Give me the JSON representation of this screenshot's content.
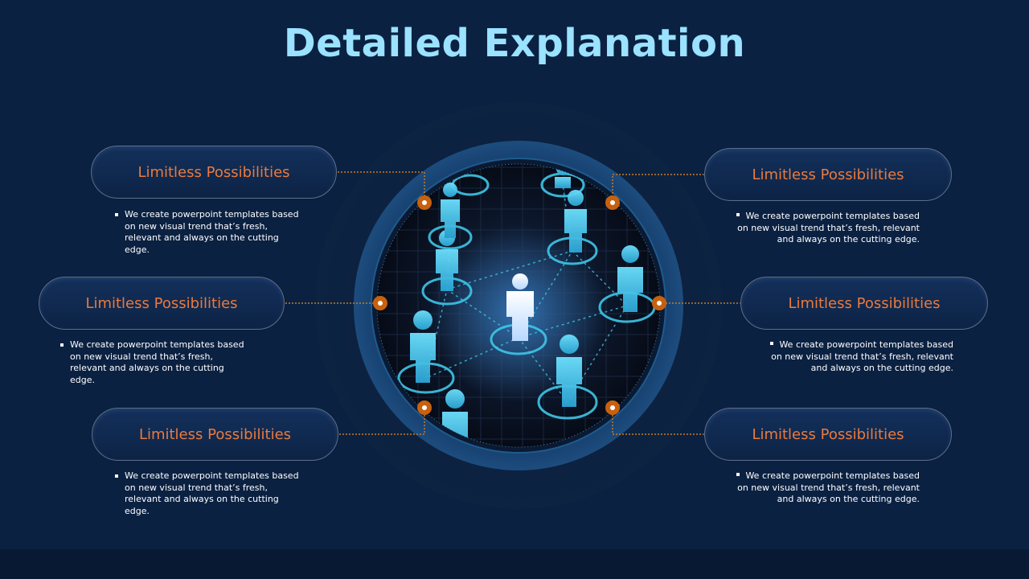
{
  "title": "Detailed Explanation",
  "items": [
    {
      "label": "Limitless Possibilities",
      "desc": "We create powerpoint templates based on new visual trend that’s fresh, relevant and always on the cutting edge."
    },
    {
      "label": "Limitless Possibilities",
      "desc": "We create powerpoint templates based on new visual trend that’s fresh, relevant and always on the cutting edge."
    },
    {
      "label": "Limitless Possibilities",
      "desc": "We create powerpoint templates based on new visual trend that’s fresh, relevant and always on the cutting edge."
    },
    {
      "label": "Limitless Possibilities",
      "desc": "We create powerpoint templates based on new visual trend that’s fresh, relevant and always on the cutting edge."
    },
    {
      "label": "Limitless Possibilities",
      "desc": "We create powerpoint templates based on new visual trend that’s fresh, relevant and always on the cutting edge."
    },
    {
      "label": "Limitless Possibilities",
      "desc": "We create powerpoint templates based on new visual trend that’s fresh, relevant and always on the cutting edge."
    }
  ],
  "colors": {
    "background": "#0b2142",
    "title": "#9ae2ff",
    "accent_orange": "#ea7a3e",
    "connector_dot": "#c8610f",
    "network_cyan": "#3fc6e8"
  },
  "icons": {
    "central_graphic": "people-network-icon"
  }
}
